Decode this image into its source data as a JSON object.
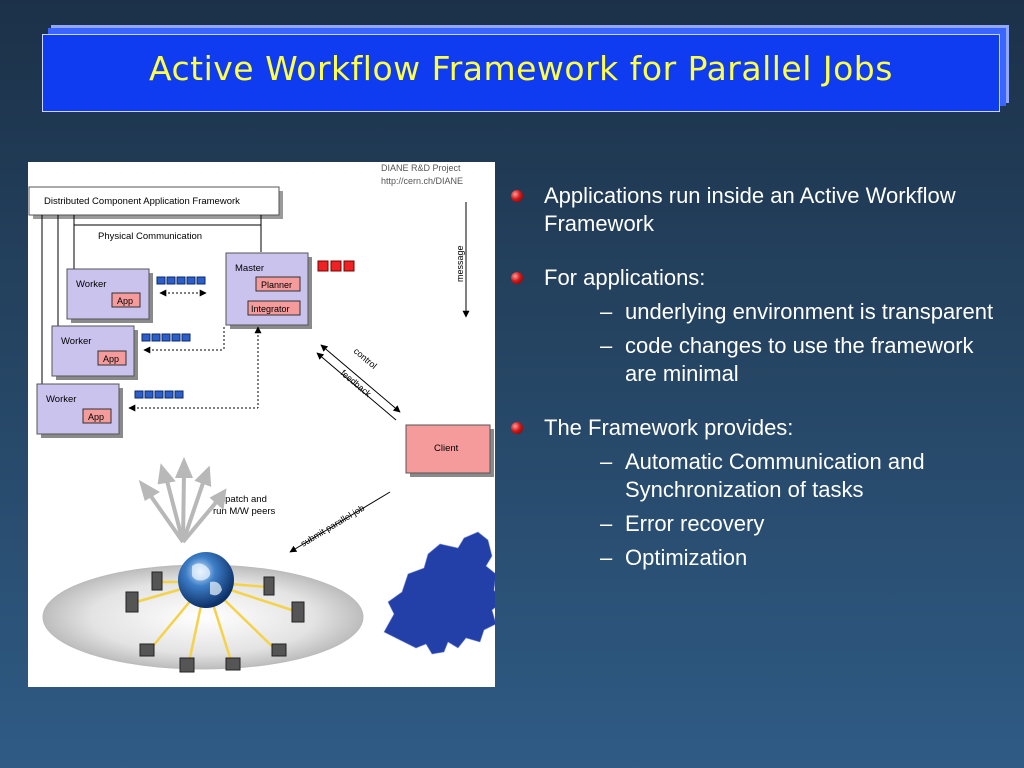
{
  "slide": {
    "title": "Active Workflow Framework for Parallel Jobs"
  },
  "diagram": {
    "project_line1": "DIANE R&D Project",
    "project_line2": "http://cern.ch/DIANE",
    "framework_label": "Distributed Component Application Framework",
    "physical_comm_label": "Physical Communication",
    "worker_label": "Worker",
    "app_label": "App",
    "master_label": "Master",
    "planner_label": "Planner",
    "integrator_label": "Integrator",
    "client_label": "Client",
    "message_label": "message",
    "control_label": "control",
    "feedback_label": "feedback",
    "dispatch_line1": "dispatch and",
    "dispatch_line2": "run M/W peers",
    "submit_label": "submit parallel job"
  },
  "bullets": [
    {
      "text": "Applications run inside an Active Workflow Framework",
      "subs": []
    },
    {
      "text": "For applications:",
      "subs": [
        "underlying environment is transparent",
        "code changes to use the framework are minimal"
      ]
    },
    {
      "text": "The Framework provides:",
      "subs": [
        "Automatic Communication and Synchronization of tasks",
        "Error recovery",
        "Optimization"
      ]
    }
  ],
  "colors": {
    "title_bg": "#0f3cf0",
    "title_text": "#ffff4a",
    "box_fill": "#c9c3ee",
    "app_fill": "#f59b9b",
    "client_fill": "#f59b9b"
  }
}
